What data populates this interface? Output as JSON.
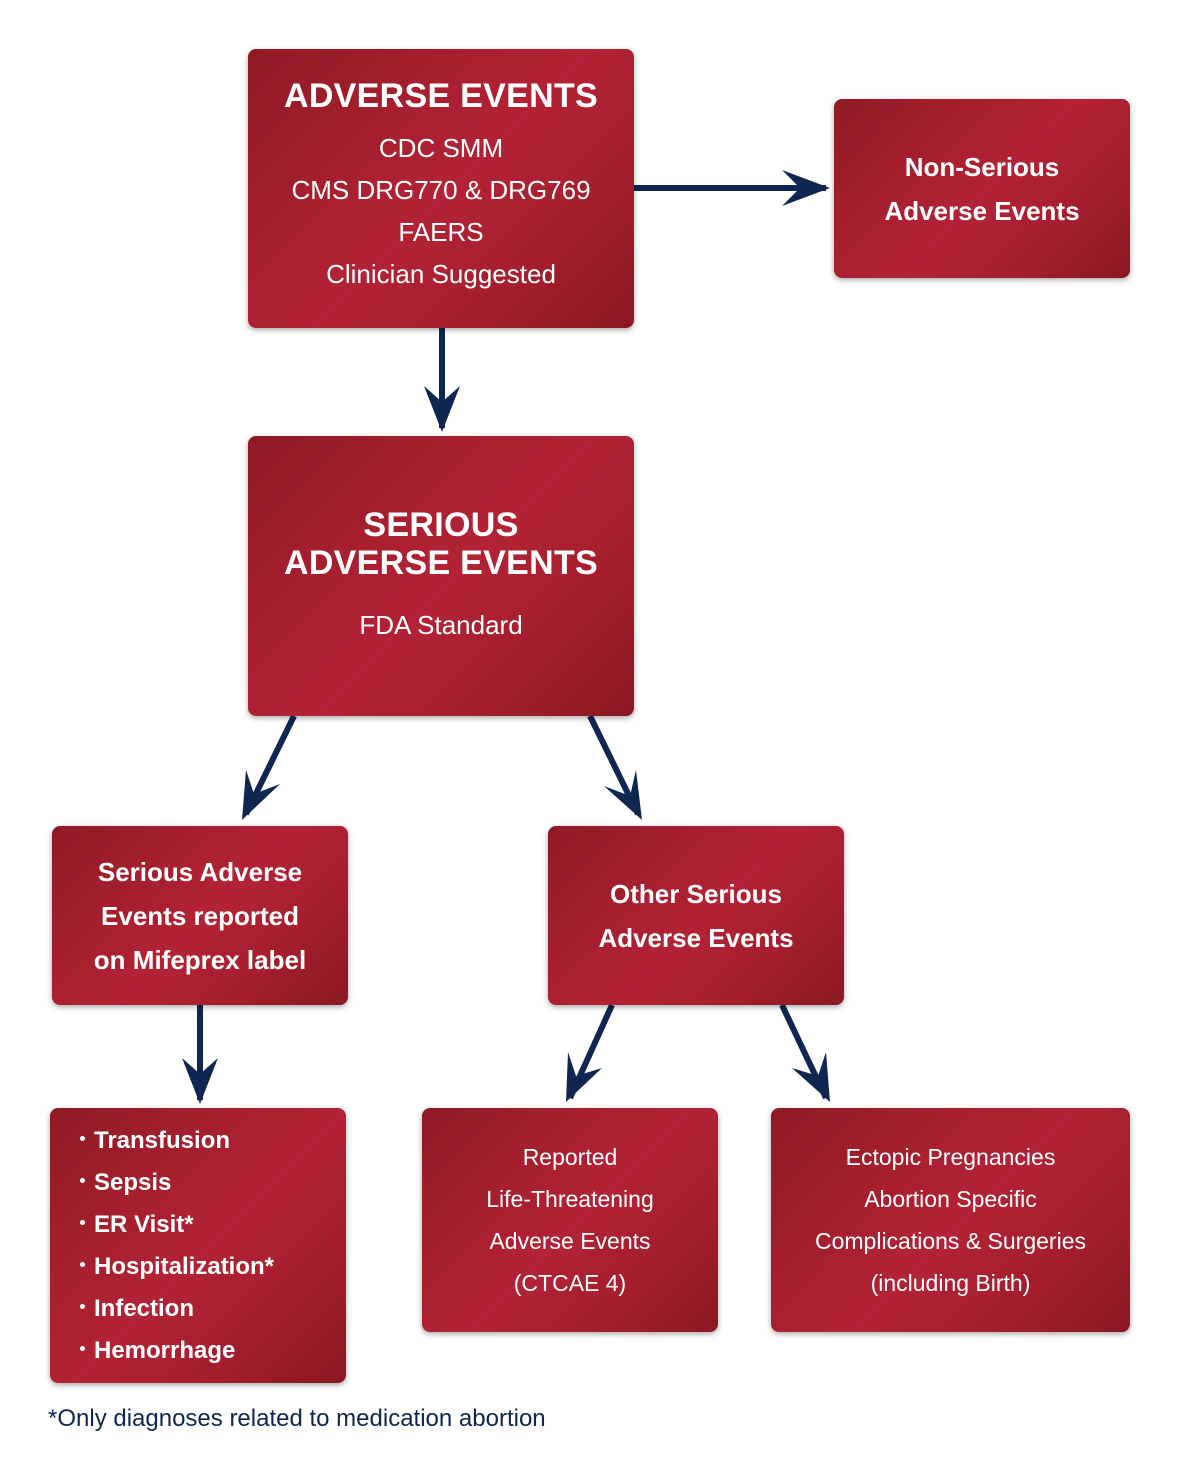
{
  "colors": {
    "box_fill": "#a51f2e",
    "box_text": "#ffffff",
    "arrow": "#0f2650",
    "footnote_text": "#0f2650"
  },
  "nodes": {
    "adverse_events": {
      "title": "ADVERSE EVENTS",
      "lines": [
        "CDC SMM",
        "CMS DRG770 & DRG769",
        "FAERS",
        "Clinician Suggested"
      ]
    },
    "non_serious": {
      "lines": [
        "Non-Serious",
        "Adverse Events"
      ]
    },
    "serious": {
      "title_lines": [
        "SERIOUS",
        "ADVERSE EVENTS"
      ],
      "subtitle": "FDA Standard"
    },
    "mifeprex": {
      "lines": [
        "Serious Adverse",
        "Events reported",
        "on Mifeprex label"
      ]
    },
    "other_serious": {
      "lines": [
        "Other Serious",
        "Adverse Events"
      ]
    },
    "mifeprex_list": {
      "items": [
        "Transfusion",
        "Sepsis",
        "ER Visit*",
        "Hospitalization*",
        "Infection",
        "Hemorrhage"
      ]
    },
    "life_threatening": {
      "lines": [
        "Reported",
        "Life-Threatening",
        "Adverse Events",
        "(CTCAE 4)"
      ]
    },
    "ectopic": {
      "lines": [
        "Ectopic Pregnancies",
        "Abortion Specific",
        "Complications & Surgeries",
        "(including Birth)"
      ]
    }
  },
  "edges": [
    {
      "from": "adverse_events",
      "to": "non_serious"
    },
    {
      "from": "adverse_events",
      "to": "serious"
    },
    {
      "from": "serious",
      "to": "mifeprex"
    },
    {
      "from": "serious",
      "to": "other_serious"
    },
    {
      "from": "mifeprex",
      "to": "mifeprex_list"
    },
    {
      "from": "other_serious",
      "to": "life_threatening"
    },
    {
      "from": "other_serious",
      "to": "ectopic"
    }
  ],
  "footnote": "*Only diagnoses related to medication abortion"
}
